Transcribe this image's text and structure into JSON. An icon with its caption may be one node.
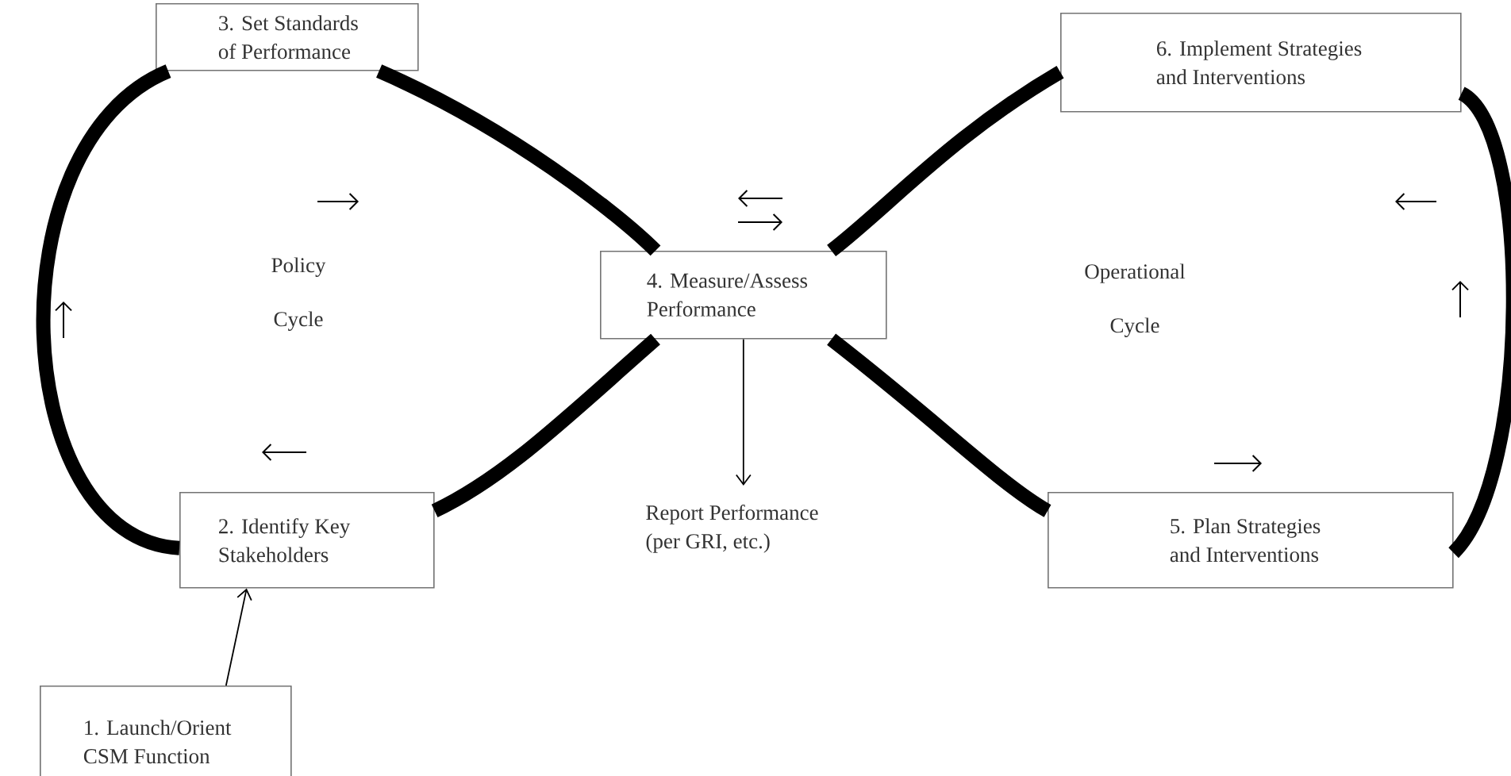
{
  "diagram": {
    "nodes": [
      {
        "text": [
          "3. Set Standards of Performance"
        ]
      },
      {
        "text": [
          "6. Implement Strategies and Interventions"
        ]
      },
      {
        "text": [
          "4. Measure/Assess Performance"
        ]
      },
      {
        "text": [
          "2. Identify Key Stakeholders"
        ]
      },
      {
        "text": [
          "5. Plan Strategies and Interventions"
        ]
      },
      {
        "text": [
          "1. Launch/Orient CSM Function"
        ]
      },
      {
        "text": [
          "Report Performance (per GRI, etc.)"
        ]
      }
    ],
    "edges": [
      {
        "from": 5,
        "to": 3,
        "arrow": "to"
      },
      {
        "from": 3,
        "to": 0,
        "arrow": "none"
      },
      {
        "from": 0,
        "to": 2,
        "arrow": "none"
      },
      {
        "from": 2,
        "to": 3,
        "arrow": "none"
      },
      {
        "from": 2,
        "to": 4,
        "arrow": "none"
      },
      {
        "from": 4,
        "to": 1,
        "arrow": "none"
      },
      {
        "from": 1,
        "to": 2,
        "arrow": "none"
      },
      {
        "from": 2,
        "to": 6,
        "arrow": "to"
      }
    ],
    "labels": [
      "Policy Cycle",
      "Operational Cycle"
    ]
  }
}
